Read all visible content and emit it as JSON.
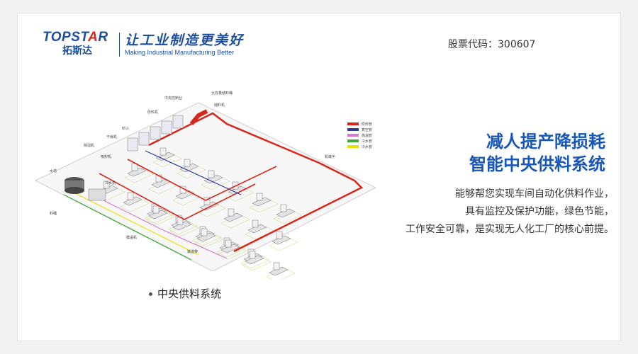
{
  "logo": {
    "wordmark_main": "TOPST",
    "wordmark_accent": "A",
    "wordmark_end": "R",
    "name_cn": "拓斯达",
    "slogan_cn": "让工业制造更美好",
    "tagline_en": "Making Industrial Manufacturing Better"
  },
  "stock_code": "股票代码：300607",
  "headline": {
    "line1": "减人提产降损耗",
    "line2": "智能中央供料系统"
  },
  "description": {
    "line1": "能够帮您实现车间自动化供料作业，",
    "line2": "具有监控及保护功能，绿色节能，",
    "line3": "工作安全可靠，是实现无人化工厂的核心前提。"
  },
  "caption": "中央供料系统",
  "diagram": {
    "legend": [
      {
        "label": "原料管",
        "color": "#d9261c"
      },
      {
        "label": "真空管",
        "color": "#2e3c9e"
      },
      {
        "label": "高温管",
        "color": "#d67ad0"
      },
      {
        "label": "冷水管",
        "color": "#3faa3a"
      },
      {
        "label": "冷水管",
        "color": "#e8e000"
      }
    ],
    "labels": [
      "中央控制台",
      "大容量储料桶",
      "储料机",
      "干燥机",
      "除湿机",
      "料斗",
      "原料机",
      "冷水机",
      "水塔",
      "料桶",
      "吸料机",
      "模温机",
      "输送带",
      "机械手"
    ]
  }
}
